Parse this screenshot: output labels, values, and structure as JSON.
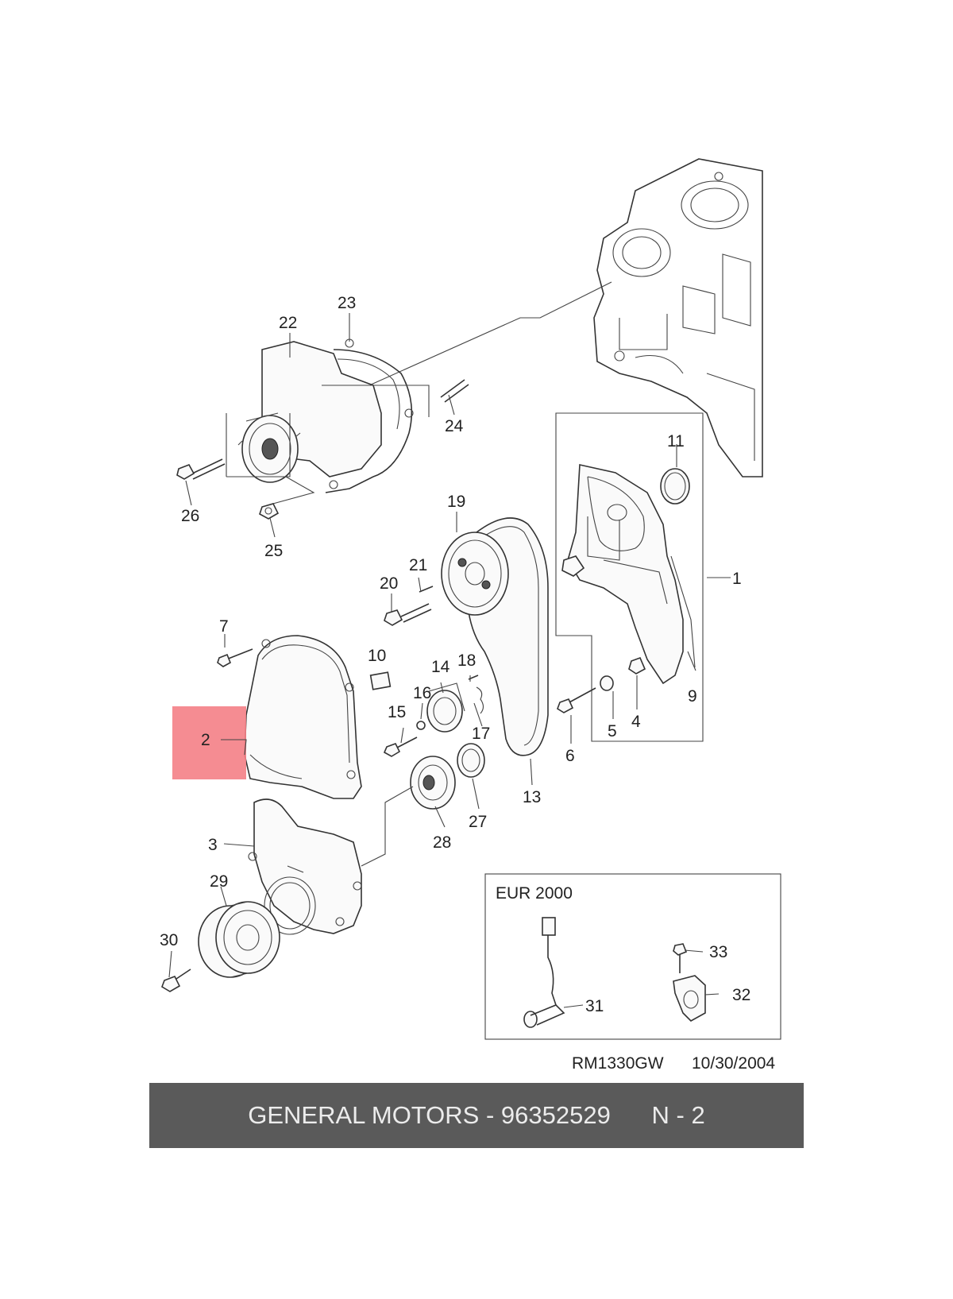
{
  "callouts": {
    "c1": "1",
    "c2": "2",
    "c3": "3",
    "c4": "4",
    "c5": "5",
    "c6": "6",
    "c7": "7",
    "c9": "9",
    "c10": "10",
    "c11": "11",
    "c13": "13",
    "c14": "14",
    "c15": "15",
    "c16": "16",
    "c17": "17",
    "c18": "18",
    "c19": "19",
    "c20": "20",
    "c21": "21",
    "c22": "22",
    "c23": "23",
    "c24": "24",
    "c25": "25",
    "c26": "26",
    "c27": "27",
    "c28": "28",
    "c29": "29",
    "c30": "30",
    "c31": "31",
    "c32": "32",
    "c33": "33"
  },
  "inset": {
    "title": "EUR 2000"
  },
  "reference": {
    "code": "RM1330GW",
    "date": "10/30/2004"
  },
  "footer": {
    "brand": "GENERAL MOTORS",
    "part_number": "96352529",
    "page": "N - 2"
  },
  "highlight_color": "#f47f86",
  "footer_color": "#5a5a5a"
}
